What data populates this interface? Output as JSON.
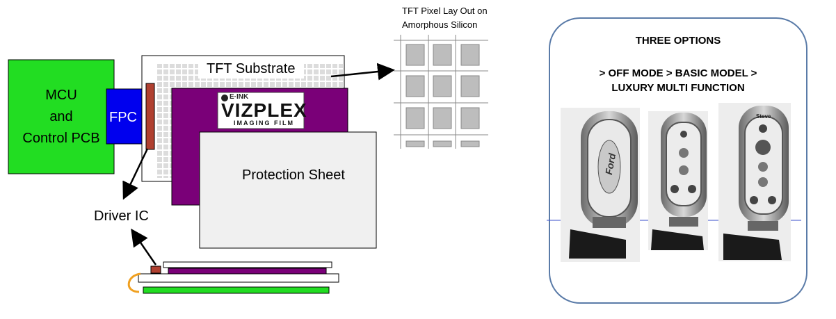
{
  "mcu": {
    "line1": "MCU",
    "line2": "and",
    "line3": "Control PCB"
  },
  "fpc_label": "FPC",
  "tft_substrate_label": "TFT Substrate",
  "eink_logo": {
    "brand": "E·INK",
    "product": "VIZPLEX",
    "tagline": "IMAGING FILM"
  },
  "protection_sheet_label": "Protection Sheet",
  "driver_ic_label": "Driver IC",
  "pixel_layout_caption": {
    "line1": "TFT Pixel Lay Out on",
    "line2": "Amorphous Silicon"
  },
  "options_panel": {
    "title": "THREE OPTIONS",
    "line1": "> OFF MODE > BASIC MODEL >",
    "line2": "LUXURY MULTI FUNCTION",
    "keys": [
      {
        "name": "off-mode",
        "logo_text": "Ford"
      },
      {
        "name": "basic-model"
      },
      {
        "name": "luxury-multi-function",
        "owner_text": "Steve"
      }
    ]
  },
  "colors": {
    "pcb_green": "#22dd22",
    "fpc_blue": "#0000ee",
    "eink_purple": "#7a0078",
    "connector_red": "#b04030",
    "protection_gray": "#f0f0f0",
    "flex_orange": "#f0a020",
    "panel_border": "#5a7ba8"
  }
}
